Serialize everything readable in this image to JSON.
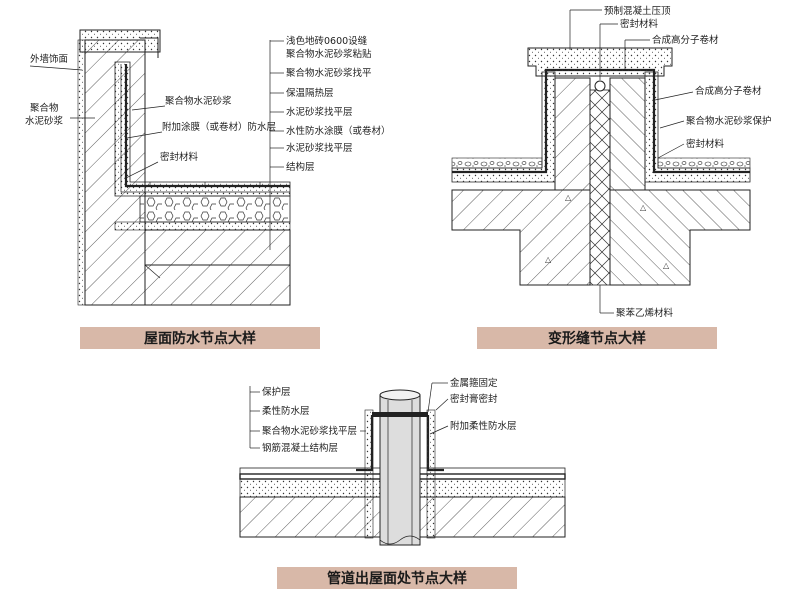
{
  "colors": {
    "caption_bg": "#d8b8a8",
    "line": "#222222",
    "pipe_fill": "#dddddd"
  },
  "roof": {
    "caption": "屋面防水节点大样",
    "left_labels": [
      "外墙饰面",
      "聚合物",
      "水泥砂浆"
    ],
    "mid_labels": [
      "聚合物水泥砂浆",
      "附加涂膜（或卷材）防水层",
      "密封材料"
    ],
    "right_labels": [
      "浅色地砖0600设缝",
      "聚合物水泥砂浆粘贴",
      "聚合物水泥砂浆找平",
      "保温隔热层",
      "水泥砂浆找平层",
      "水性防水涂膜（或卷材）",
      "水泥砂浆找平层",
      "结构层"
    ]
  },
  "joint": {
    "caption": "变形缝节点大样",
    "labels": [
      "预制混凝土压顶",
      "密封材料",
      "合成高分子卷材",
      "合成高分子卷材",
      "聚合物水泥砂浆保护",
      "密封材料",
      "聚苯乙烯材料"
    ]
  },
  "pipe": {
    "caption": "管道出屋面处节点大样",
    "left_labels": [
      "保护层",
      "柔性防水层",
      "聚合物水泥砂浆找平层",
      "钢筋混凝土结构层"
    ],
    "right_labels": [
      "金属箍固定",
      "密封膏密封",
      "附加柔性防水层"
    ]
  }
}
